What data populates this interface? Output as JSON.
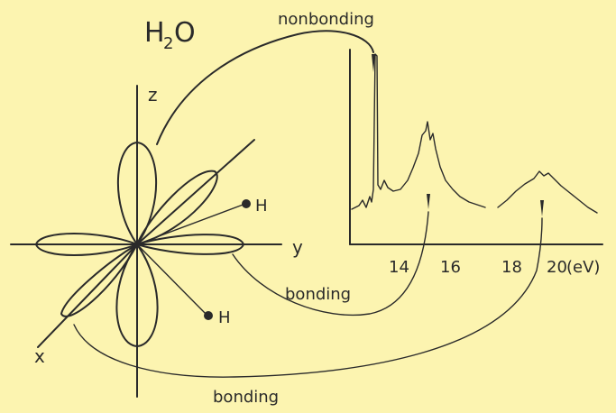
{
  "title": {
    "main": "H",
    "sub": "2",
    "tail": "O"
  },
  "axes": {
    "z": "z",
    "y": "y",
    "x": "x"
  },
  "atoms": {
    "h1": "H",
    "h2": "H"
  },
  "labels": {
    "nonbonding": "nonbonding",
    "bonding_mid": "bonding",
    "bonding_bottom": "bonding"
  },
  "spectrum": {
    "ticks": [
      "14",
      "16",
      "18",
      "20"
    ],
    "unit": "(eV)"
  },
  "colors": {
    "background": "#fcf4b0",
    "ink": "#2a2a2a",
    "hatch": "#2a2a2a"
  }
}
